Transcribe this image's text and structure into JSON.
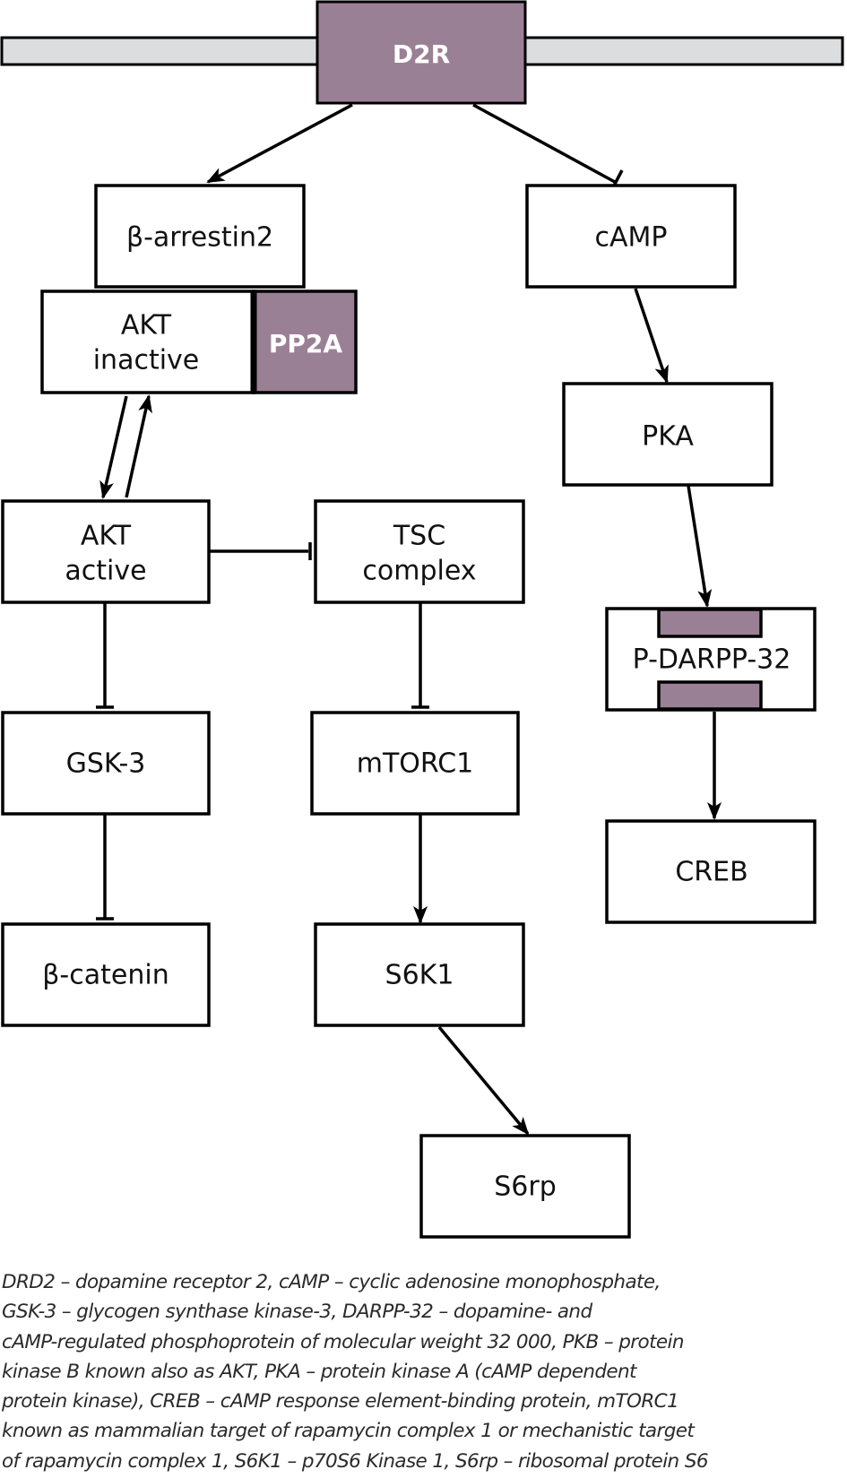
{
  "colors": {
    "receptor_fill": "#9a8095",
    "membrane_fill": "#dcdddf",
    "stroke": "#000000",
    "box_fill": "#ffffff"
  },
  "membrane": {
    "label": "D2R"
  },
  "nodes": {
    "barrestin2": {
      "label": "β-arrestin2"
    },
    "akt_inactive": {
      "line1": "AKT",
      "line2": "inactive"
    },
    "pp2a": {
      "label": "PP2A"
    },
    "camp": {
      "label": "cAMP"
    },
    "pka": {
      "label": "PKA"
    },
    "akt_active": {
      "line1": "AKT",
      "line2": "active"
    },
    "tsc": {
      "line1": "TSC",
      "line2": "complex"
    },
    "pdarpp32": {
      "label": "P-DARPP-32"
    },
    "gsk3": {
      "label": "GSK-3"
    },
    "mtorc1": {
      "label": "mTORC1"
    },
    "creb": {
      "label": "CREB"
    },
    "bcatenin": {
      "label": "β-catenin"
    },
    "s6k1": {
      "label": "S6K1"
    },
    "s6rp": {
      "label": "S6rp"
    }
  },
  "edges": [
    {
      "from": "D2R",
      "to": "β-arrestin2",
      "type": "activation"
    },
    {
      "from": "D2R",
      "to": "cAMP",
      "type": "inhibition"
    },
    {
      "from": "AKT inactive",
      "to": "AKT active",
      "type": "activation"
    },
    {
      "from": "AKT active",
      "to": "AKT inactive",
      "type": "activation"
    },
    {
      "from": "AKT active",
      "to": "TSC complex",
      "type": "inhibition"
    },
    {
      "from": "AKT active",
      "to": "GSK-3",
      "type": "inhibition"
    },
    {
      "from": "GSK-3",
      "to": "β-catenin",
      "type": "inhibition"
    },
    {
      "from": "TSC complex",
      "to": "mTORC1",
      "type": "inhibition"
    },
    {
      "from": "mTORC1",
      "to": "S6K1",
      "type": "activation"
    },
    {
      "from": "S6K1",
      "to": "S6rp",
      "type": "activation"
    },
    {
      "from": "cAMP",
      "to": "PKA",
      "type": "activation"
    },
    {
      "from": "PKA",
      "to": "P-DARPP-32",
      "type": "activation"
    },
    {
      "from": "P-DARPP-32",
      "to": "CREB",
      "type": "activation"
    }
  ],
  "caption": {
    "lines": [
      "DRD2 – dopamine receptor 2, cAMP – cyclic adenosine monophosphate,",
      "GSK-3 – glycogen synthase kinase-3, DARPP-32 – dopamine- and",
      "cAMP-regulated phosphoprotein of molecular weight 32 000, PKB – protein",
      "kinase B known also as AKT, PKA – protein kinase A (cAMP dependent",
      "protein kinase), CREB – cAMP response element-binding protein, mTORC1",
      "known as mammalian target of rapamycin complex 1 or mechanistic target",
      "of rapamycin complex 1, S6K1 – p70S6 Kinase 1, S6rp – ribosomal protein S6"
    ]
  }
}
